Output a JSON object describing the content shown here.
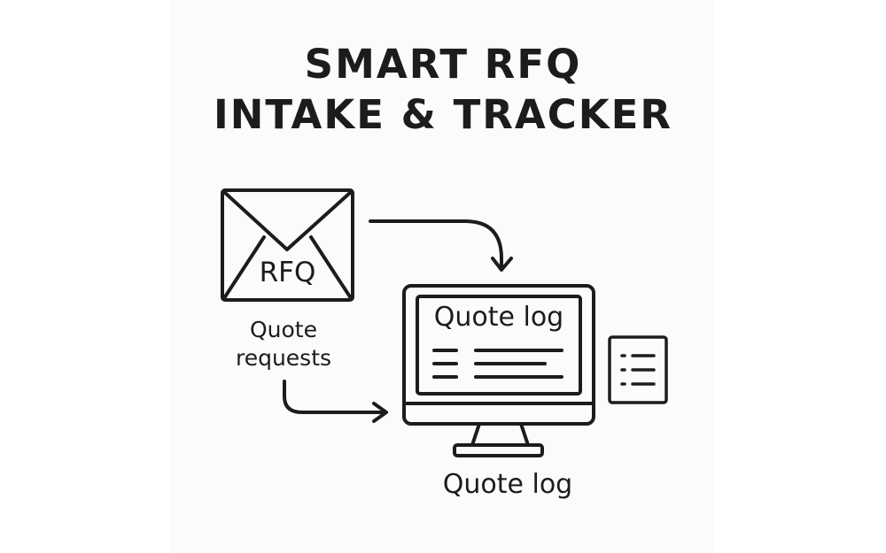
{
  "title": {
    "line1": "SMART RFQ",
    "line2": "INTAKE & TRACKER"
  },
  "envelope": {
    "tag": "RFQ",
    "caption_line1": "Quote",
    "caption_line2": "requests"
  },
  "monitor": {
    "screen_title": "Quote log",
    "caption": "Quote log"
  },
  "icons": {
    "envelope": "envelope-icon",
    "monitor": "monitor-icon",
    "document": "document-list-icon"
  },
  "colors": {
    "ink": "#1c1c1c",
    "background": "#fbfbfb"
  }
}
